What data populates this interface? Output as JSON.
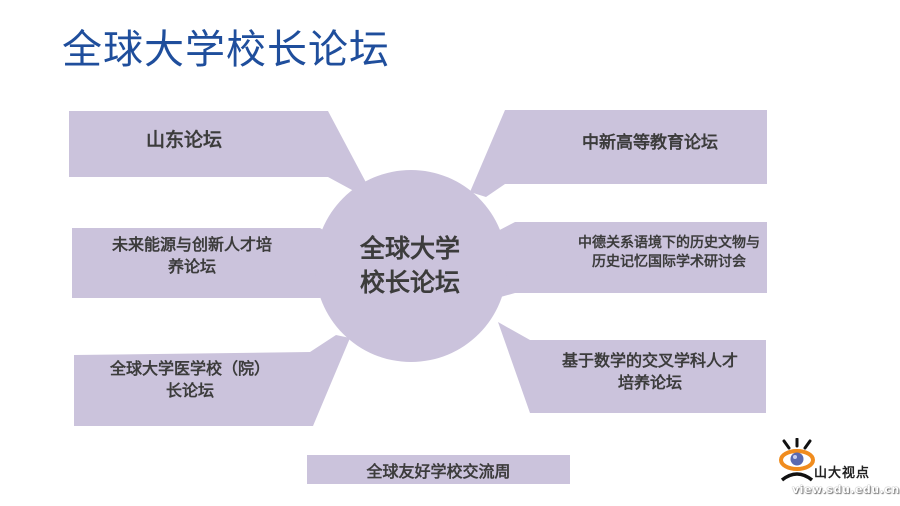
{
  "slide": {
    "title": "全球大学校长论坛",
    "center": {
      "line1": "全球大学",
      "line2": "校长论坛"
    },
    "callouts": [
      {
        "id": "top-left",
        "line1": "山东论坛",
        "line2": ""
      },
      {
        "id": "top-right",
        "line1": "中新高等教育论坛",
        "line2": ""
      },
      {
        "id": "middle-left",
        "line1": "未来能源与创新人才培",
        "line2": "养论坛"
      },
      {
        "id": "middle-right",
        "line1": "中德关系语境下的历史文物与",
        "line2": "历史记忆国际学术研讨会"
      },
      {
        "id": "bottom-left",
        "line1": "全球大学医学校（院）",
        "line2": "长论坛"
      },
      {
        "id": "bottom-right",
        "line1": "基于数学的交叉学科人才",
        "line2": "培养论坛"
      }
    ],
    "bottom_bar": "全球友好学校交流周",
    "colors": {
      "title": "#1f4e9c",
      "shape_fill": "#cbc3dc",
      "text": "#3c3c3c"
    }
  },
  "logo": {
    "icon": "eye-logo-icon",
    "name": "山大视点",
    "url": "view.sdu.edu.cn",
    "colors": {
      "ring": "#f08c1e",
      "pupil": "#4a5a9c",
      "lashes": "#111111"
    }
  }
}
